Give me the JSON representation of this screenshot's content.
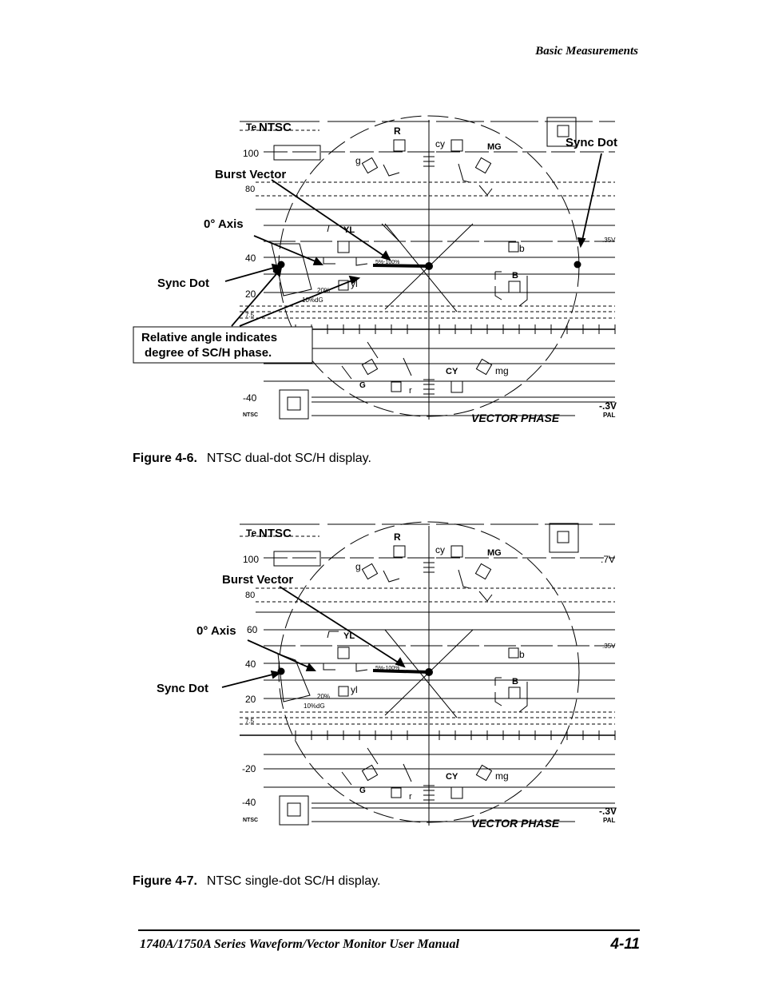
{
  "header": {
    "running_head": "Basic Measurements"
  },
  "graticule_labels": {
    "te": "Te",
    "ntsc": "NTSC",
    "scale": [
      "100",
      "80",
      "60",
      "40",
      "20",
      "7.5",
      "-20",
      "-40"
    ],
    "volts": [
      ".7V",
      ".35V",
      "-.3V"
    ],
    "colors_upper": [
      "R",
      "MG",
      "YL",
      "B"
    ],
    "colors_lower": [
      "g",
      "cy",
      "b",
      "yl",
      "r",
      "mg"
    ],
    "colors_bottom": [
      "G",
      "CY"
    ],
    "small": [
      "20%",
      "10%dG",
      "5%-100%",
      "PAL"
    ],
    "vector_phase": "VECTOR PHASE",
    "ntsc_small": "NTSC"
  },
  "figure1": {
    "callouts": {
      "burst_vector": "Burst Vector",
      "zero_axis": "0° Axis",
      "sync_dot_left": "Sync Dot",
      "sync_dot_right": "Sync Dot",
      "relative_angle_line1": "Relative angle indicates",
      "relative_angle_line2": "degree of SC/H phase."
    },
    "caption": {
      "number": "Figure 4-6.",
      "text": "NTSC dual-dot SC/H display."
    }
  },
  "figure2": {
    "callouts": {
      "burst_vector": "Burst Vector",
      "zero_axis": "0° Axis",
      "sync_dot": "Sync Dot"
    },
    "caption": {
      "number": "Figure 4-7.",
      "text": "NTSC single-dot SC/H display."
    }
  },
  "footer": {
    "manual_title": "1740A/1750A Series Waveform/Vector Monitor User Manual",
    "page_number": "4-11"
  }
}
